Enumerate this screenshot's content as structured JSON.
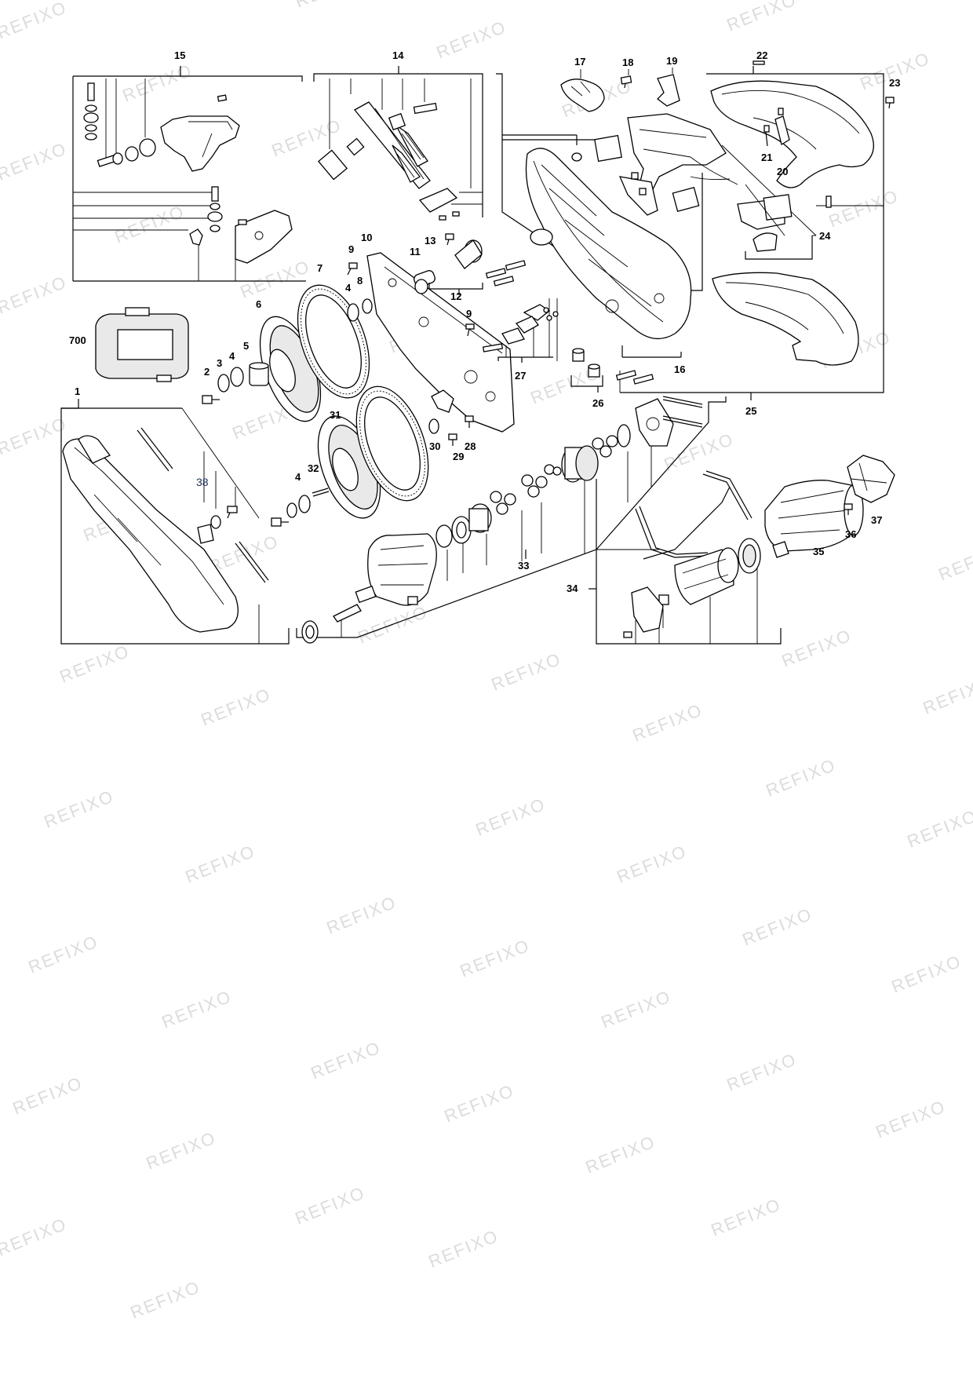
{
  "watermark": {
    "text": "REFIXO"
  },
  "callouts": {
    "c1": "1",
    "c2": "2",
    "c3": "3",
    "c4a": "4",
    "c4b": "4",
    "c4c": "4",
    "c5": "5",
    "c6": "6",
    "c7": "7",
    "c8": "8",
    "c9a": "9",
    "c9b": "9",
    "c10": "10",
    "c11": "11",
    "c12": "12",
    "c13": "13",
    "c14": "14",
    "c15": "15",
    "c16": "16",
    "c17": "17",
    "c18": "18",
    "c19": "19",
    "c20": "20",
    "c21": "21",
    "c22": "22",
    "c23": "23",
    "c24": "24",
    "c25": "25",
    "c26": "26",
    "c27": "27",
    "c28": "28",
    "c29": "29",
    "c30": "30",
    "c31": "31",
    "c32": "32",
    "c33": "33",
    "c34": "34",
    "c35": "35",
    "c36": "36",
    "c37": "37",
    "c38": "38",
    "c700": "700"
  }
}
